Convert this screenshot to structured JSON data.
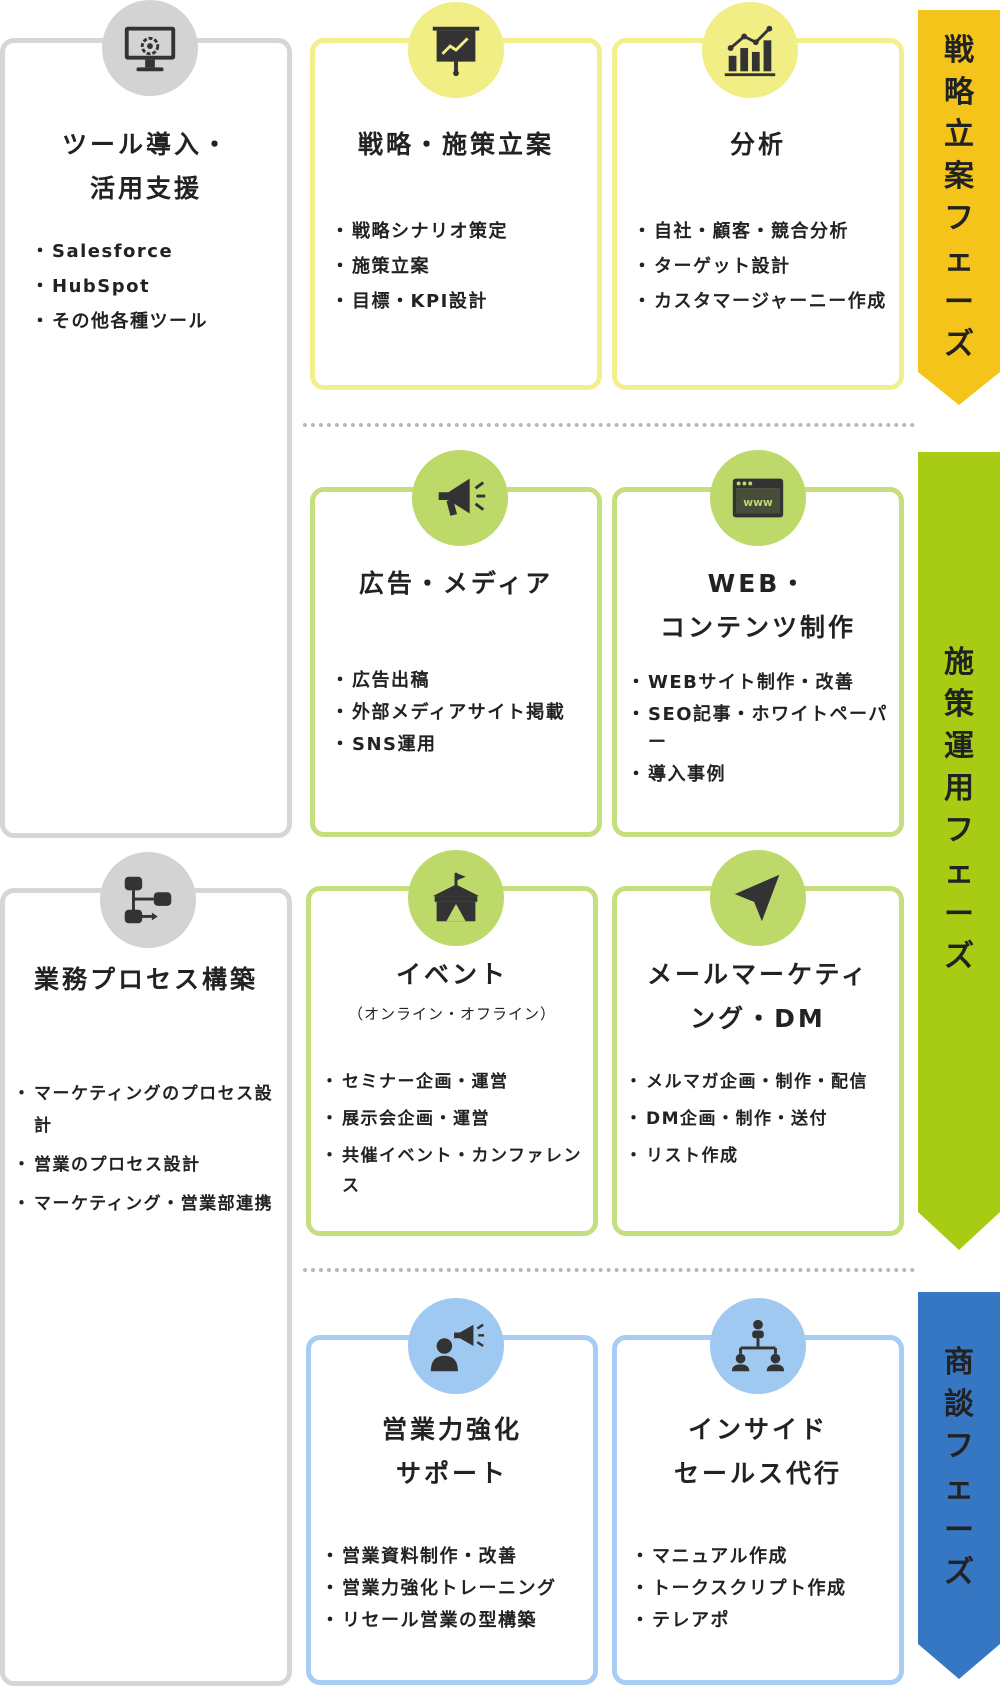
{
  "phases": [
    {
      "label": [
        "戦",
        "略",
        "立",
        "案",
        "フ",
        "ェ",
        "ー",
        "ズ"
      ],
      "color": "#f5c41a"
    },
    {
      "label": [
        "施",
        "策",
        "運",
        "用",
        "フ",
        "ェ",
        "ー",
        "ズ"
      ],
      "color": "#a7cc13"
    },
    {
      "label": [
        "商",
        "談",
        "フ",
        "ェ",
        "ー",
        "ズ"
      ],
      "color": "#3577c2"
    }
  ],
  "cards": {
    "tool": {
      "title": [
        "ツール導入・",
        "活用支援"
      ],
      "items": [
        "Salesforce",
        "HubSpot",
        "その他各種ツール"
      ],
      "icon": "monitor-gear-icon"
    },
    "strategy": {
      "title": [
        "戦略・施策立案"
      ],
      "items": [
        "戦略シナリオ策定",
        "施策立案",
        "目標・KPI設計"
      ],
      "icon": "presentation-chart-icon"
    },
    "analysis": {
      "title": [
        "分析"
      ],
      "items": [
        "自社・顧客・競合分析",
        "ターゲット設計",
        "カスタマージャーニー作成"
      ],
      "icon": "growth-chart-icon"
    },
    "ad": {
      "title": [
        "広告・メディア"
      ],
      "items": [
        "広告出稿",
        "外部メディアサイト掲載",
        "SNS運用"
      ],
      "icon": "megaphone-icon"
    },
    "web": {
      "title": [
        "WEB・",
        "コンテンツ制作"
      ],
      "items": [
        "WEBサイト制作・改善",
        "SEO記事・ホワイトペーパー",
        "導入事例"
      ],
      "icon": "browser-www-icon"
    },
    "process": {
      "title": [
        "業務プロセス構築"
      ],
      "items": [
        "マーケティングのプロセス設計",
        "営業のプロセス設計",
        "マーケティング・営業部連携"
      ],
      "icon": "flow-icon"
    },
    "event": {
      "title": [
        "イベント"
      ],
      "sub": "（オンライン・オフライン）",
      "items": [
        "セミナー企画・運営",
        "展示会企画・運営",
        "共催イベント・カンファレンス"
      ],
      "icon": "tent-icon"
    },
    "mail": {
      "title": [
        "メールマーケティ",
        "ング・DM"
      ],
      "items": [
        "メルマガ企画・制作・配信",
        "DM企画・制作・送付",
        "リスト作成"
      ],
      "icon": "paper-plane-icon"
    },
    "sales": {
      "title": [
        "営業力強化",
        "サポート"
      ],
      "items": [
        "営業資料制作・改善",
        "営業力強化トレーニング",
        "リセール営業の型構築"
      ],
      "icon": "speaker-person-icon"
    },
    "inside": {
      "title": [
        "インサイド",
        "セールス代行"
      ],
      "items": [
        "マニュアル作成",
        "トークスクリプト作成",
        "テレアポ"
      ],
      "icon": "network-people-icon"
    }
  }
}
